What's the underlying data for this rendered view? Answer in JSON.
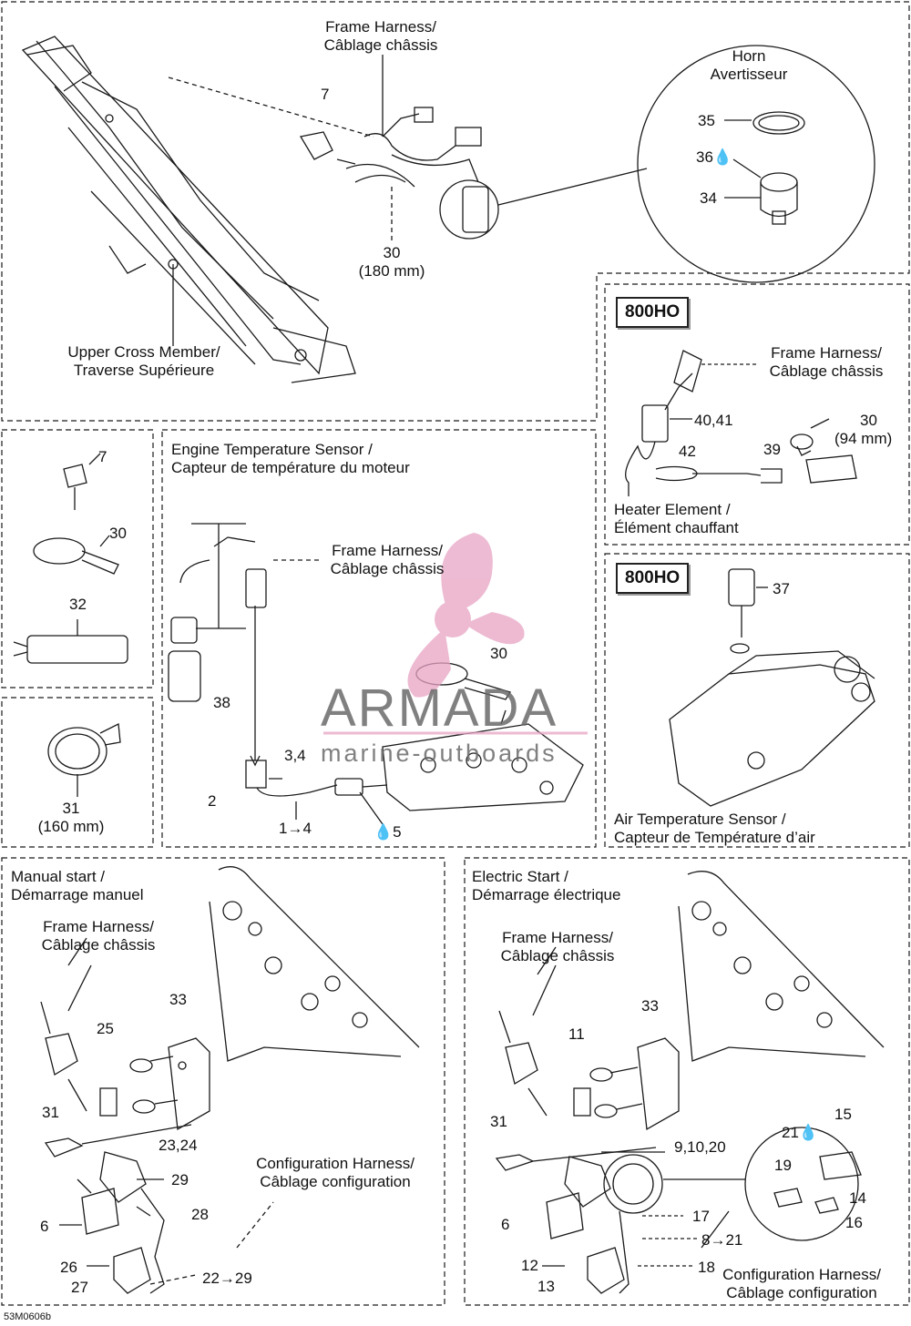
{
  "header": {
    "frame_harness": "Frame Harness/\nCâblage châssis",
    "upper_cross": "Upper Cross Member/\nTraverse Supérieure",
    "horn": "Horn\nAvertisseur",
    "p7": "7",
    "p30": "30",
    "p30_len": "(180 mm)",
    "p35": "35",
    "p36": "36",
    "p34": "34"
  },
  "ho_heater": {
    "badge": "800HO",
    "frame_harness": "Frame Harness/\nCâblage châssis",
    "p4041": "40,41",
    "p30": "30",
    "p30_len": "(94 mm)",
    "p42": "42",
    "p39": "39",
    "title": "Heater Element /\nÉlément chauffant"
  },
  "ho_air": {
    "badge": "800HO",
    "p37": "37",
    "title": "Air Temperature Sensor /\nCapteur de Température d’air"
  },
  "left_parts": {
    "p7": "7",
    "p30": "30",
    "p32": "32",
    "p31": "31",
    "p31_len": "(160 mm)"
  },
  "engine_temp": {
    "title": "Engine Temperature Sensor /\nCapteur de température du moteur",
    "frame_harness": "Frame Harness/\nCâblage châssis",
    "p30": "30",
    "p38": "38",
    "p34": "3,4",
    "p2": "2",
    "p14": "1→4",
    "p5": "5"
  },
  "manual": {
    "title": "Manual start /\nDémarrage manuel",
    "frame_harness": "Frame Harness/\nCâblage châssis",
    "p33": "33",
    "p25": "25",
    "p31": "31",
    "p2324": "23,24",
    "p29": "29",
    "p28": "28",
    "p6": "6",
    "p26": "26",
    "p27": "27",
    "p2229": "22→29",
    "config": "Configuration Harness/\nCâblage configuration"
  },
  "electric": {
    "title": "Electric Start /\nDémarrage électrique",
    "frame_harness": "Frame Harness/\nCâblage châssis",
    "p33": "33",
    "p11": "11",
    "p31": "31",
    "p91020": "9,10,20",
    "p6": "6",
    "p17": "17",
    "p821": "8→21",
    "p12": "12",
    "p13": "13",
    "p18": "18",
    "p21": "21",
    "p15": "15",
    "p19": "19",
    "p14": "14",
    "p16": "16",
    "config": "Configuration Harness/\nCâblage configuration"
  },
  "footer": {
    "code": "53M0606b"
  },
  "watermark": {
    "brand": "ARMADA",
    "sub": "marine-outboards"
  },
  "colors": {
    "watermark_pink": "#e7a4c4",
    "line": "#1a1a1a"
  }
}
